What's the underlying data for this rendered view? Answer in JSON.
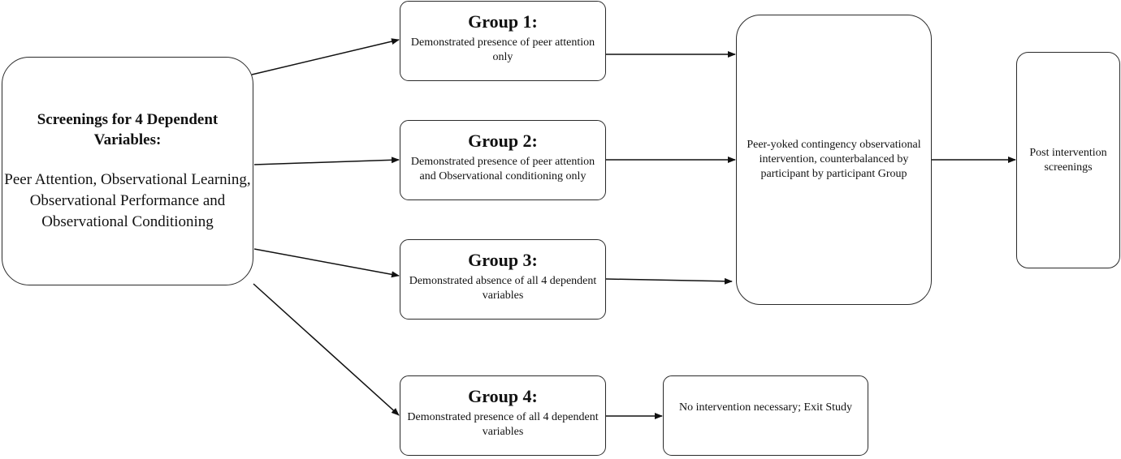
{
  "screening": {
    "title": "Screenings for 4 Dependent Variables:",
    "body": "Peer Attention, Observational Learning, Observational Performance and Observational Conditioning"
  },
  "groups": [
    {
      "title": "Group 1:",
      "description": "Demonstrated presence of peer attention only"
    },
    {
      "title": "Group 2:",
      "description": "Demonstrated presence of peer attention and Observational conditioning only"
    },
    {
      "title": "Group 3:",
      "description": "Demonstrated absence of all 4 dependent variables"
    },
    {
      "title": "Group 4:",
      "description": "Demonstrated presence of all 4 dependent variables"
    }
  ],
  "intervention": {
    "text": "Peer-yoked contingency observational intervention, counterbalanced by participant by participant Group"
  },
  "post": {
    "text": "Post intervention screenings"
  },
  "exit": {
    "text": "No intervention necessary; Exit Study"
  }
}
